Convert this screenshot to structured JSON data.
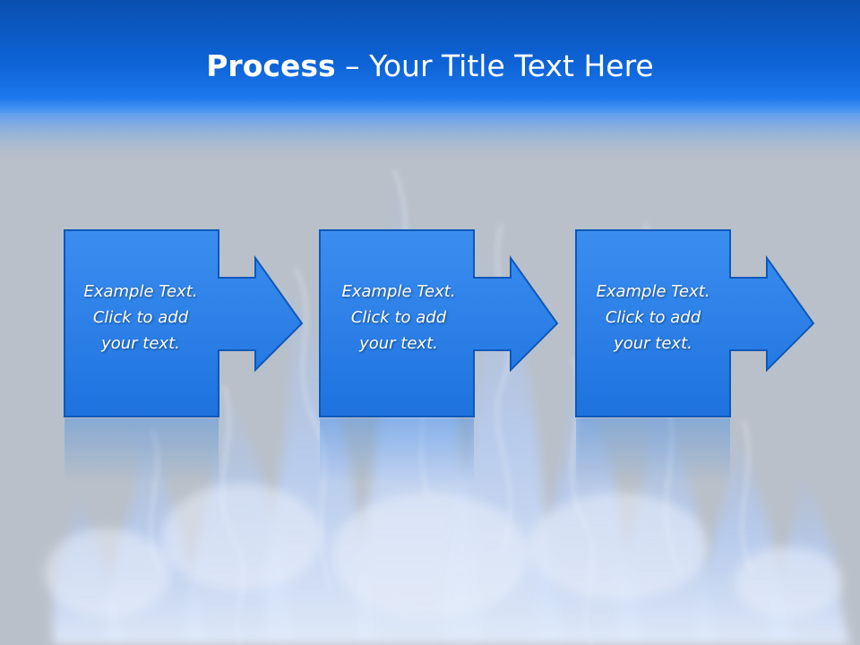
{
  "slide": {
    "title_bold": "Process",
    "title_rest": " – Your Title Text Here"
  },
  "steps": [
    {
      "lines": [
        "Example Text.",
        "Click  to add",
        "your text."
      ]
    },
    {
      "lines": [
        "Example Text.",
        "Click  to add",
        "your text."
      ]
    },
    {
      "lines": [
        "Example Text.",
        "Click  to add",
        "your text."
      ]
    }
  ],
  "colors": {
    "header_blue": "#0a6ae0",
    "box_fill": "#2a7fe6",
    "box_border": "#0d58b8",
    "background_gray": "#b9c0c9",
    "flame_tint": "#c8dcff"
  }
}
